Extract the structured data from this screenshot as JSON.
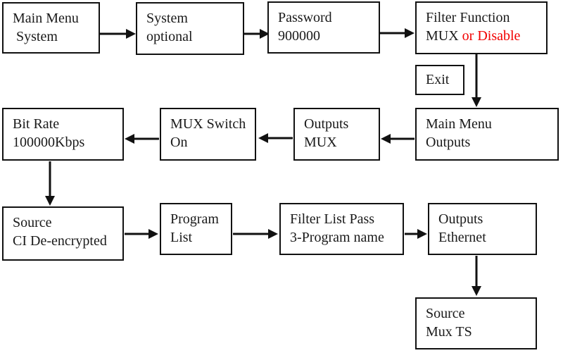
{
  "diagram": {
    "boxes": {
      "main_menu_system": {
        "lines": [
          "Main Menu",
          " System"
        ]
      },
      "system_optional": {
        "lines": [
          "System",
          "optional"
        ]
      },
      "password": {
        "lines": [
          "Password",
          "900000"
        ]
      },
      "filter_function": {
        "line1": "Filter Function",
        "line2_plain": "MUX ",
        "line2_highlight": "or Disable"
      },
      "exit": {
        "label": "Exit"
      },
      "main_menu_outputs": {
        "lines": [
          "Main Menu",
          "Outputs"
        ]
      },
      "outputs_mux": {
        "lines": [
          "Outputs",
          "MUX"
        ]
      },
      "mux_switch": {
        "lines": [
          "MUX Switch",
          "On"
        ]
      },
      "bit_rate": {
        "lines": [
          "Bit Rate",
          "100000Kbps"
        ]
      },
      "source_ci": {
        "lines": [
          "Source",
          "CI De-encrypted"
        ]
      },
      "program_list": {
        "lines": [
          "Program",
          "List"
        ]
      },
      "filter_list_pass": {
        "lines": [
          "Filter List Pass",
          "3-Program name"
        ]
      },
      "outputs_ethernet": {
        "lines": [
          "Outputs",
          "Ethernet"
        ]
      },
      "source_mux_ts": {
        "lines": [
          "Source",
          "Mux TS"
        ]
      }
    },
    "colors": {
      "text": "#1a1a1a",
      "highlight_red": "#f20000",
      "border": "#111111",
      "background": "#ffffff"
    }
  }
}
